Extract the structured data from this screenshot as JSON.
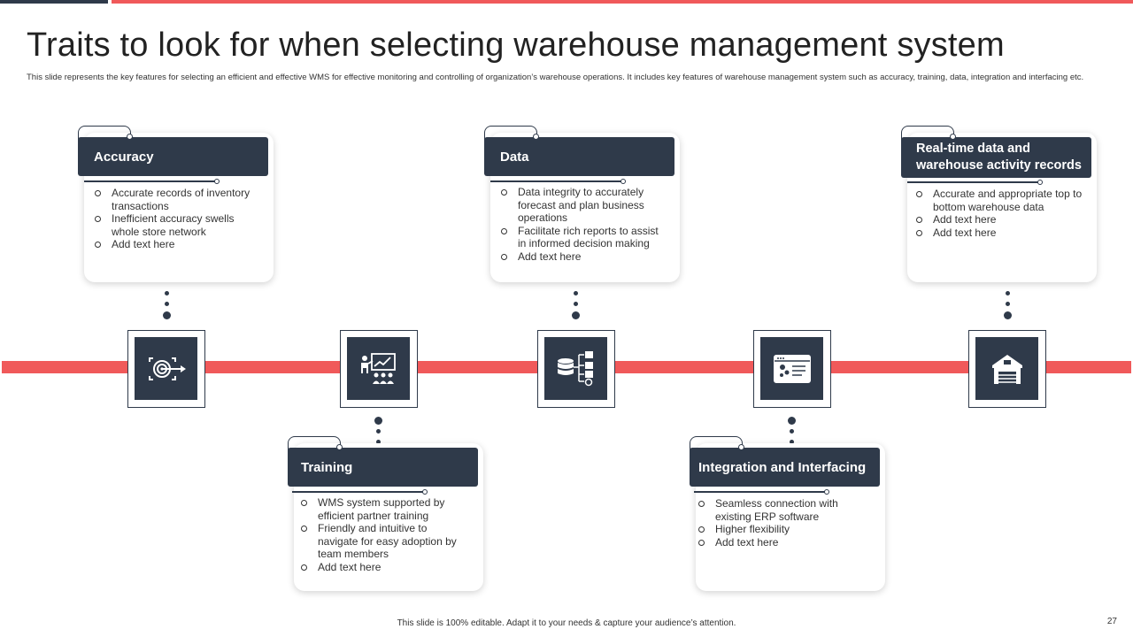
{
  "title": "Traits to look for when selecting warehouse management system",
  "subtitle": "This slide represents the key features for selecting an efficient and effective WMS for effective monitoring and controlling of organization’s warehouse operations. It includes key features of warehouse management system such as accuracy, training, data, integration and interfacing etc.",
  "colors": {
    "accent": "#f0595a",
    "dark": "#2f3a4a"
  },
  "steps": [
    {
      "heading": "Accuracy",
      "icon": "target-icon",
      "items": [
        "Accurate records of inventory transactions",
        "Inefficient accuracy swells whole store network",
        "Add text here"
      ]
    },
    {
      "heading": "Training",
      "icon": "presentation-icon",
      "items": [
        "WMS system supported by efficient partner training",
        "Friendly and intuitive to navigate for easy adoption by team members",
        "Add text here"
      ]
    },
    {
      "heading": "Data",
      "icon": "database-icon",
      "items": [
        "Data integrity to accurately forecast and plan business operations",
        "Facilitate rich reports to assist in informed decision making",
        "Add text here"
      ]
    },
    {
      "heading": "Integration and Interfacing",
      "icon": "browser-window-icon",
      "items": [
        "Seamless connection with existing ERP software",
        "Higher flexibility",
        "Add text here"
      ]
    },
    {
      "heading": "Real-time data and warehouse activity records",
      "icon": "warehouse-icon",
      "items": [
        "Accurate and appropriate top to bottom warehouse data",
        "Add text here",
        "Add text here"
      ]
    }
  ],
  "footer": "This slide is 100% editable. Adapt it to your needs & capture your audience’s attention.",
  "page_number": "27"
}
